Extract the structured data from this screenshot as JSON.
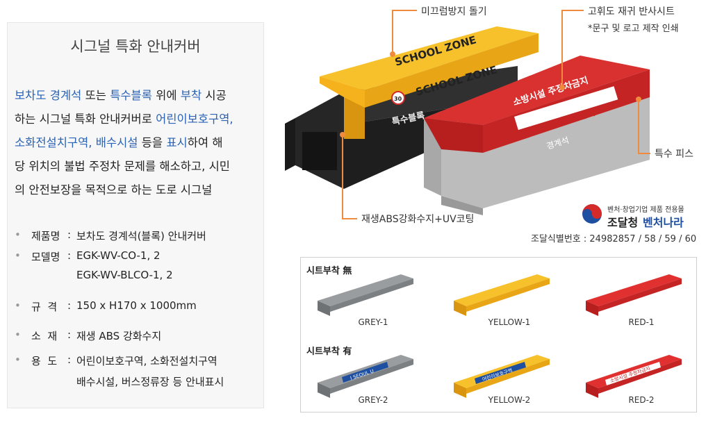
{
  "panel": {
    "title": "시그널 특화 안내커버",
    "desc": [
      [
        {
          "t": "보차도 경계석",
          "hl": true
        },
        {
          "t": " 또는 ",
          "hl": false
        },
        {
          "t": "특수블록",
          "hl": true
        },
        {
          "t": " 위에 ",
          "hl": false
        },
        {
          "t": "부착",
          "hl": true
        },
        {
          "t": " 시공",
          "hl": false
        }
      ],
      [
        {
          "t": "하는 시그널 특화 안내커버로 ",
          "hl": false
        },
        {
          "t": "어린이보호구역,",
          "hl": true
        }
      ],
      [
        {
          "t": "소화전설치구역, 배수시설",
          "hl": true
        },
        {
          "t": " 등을 ",
          "hl": false
        },
        {
          "t": "표시",
          "hl": true
        },
        {
          "t": "하여 해",
          "hl": false
        }
      ],
      [
        {
          "t": "당 위치의 불법 주정차 문제를 해소하고, 시민",
          "hl": false
        }
      ],
      [
        {
          "t": "의 안전보장을 목적으로 하는 도로 시그널",
          "hl": false
        }
      ]
    ],
    "specs": [
      {
        "key": "제품명",
        "val": "보차도 경계석(블록) 안내커버",
        "val2": ""
      },
      {
        "key": "모델명",
        "val": "EGK-WV-CO-1, 2",
        "val2": "EGK-WV-BLCO-1, 2"
      },
      {
        "key": "규  격",
        "val": "150 x H170 x 1000mm",
        "val2": ""
      },
      {
        "key": "소  재",
        "val": "재생 ABS 강화수지",
        "val2": ""
      },
      {
        "key": "용  도",
        "val": "어린이보호구역, 소화전설치구역",
        "val2": "배수시설, 버스정류장 등 안내표시"
      }
    ],
    "bullet": "•",
    "colon": ":"
  },
  "callouts": {
    "anti_slip": "미끄럼방지 돌기",
    "reflective": "고휘도 재귀 반사시트",
    "reflective_note": "*문구 및 로고 제작 인쇄",
    "special_screw": "특수 피스",
    "material": "재생ABS강화수지+UV코팅"
  },
  "product": {
    "yellow_text": "SCHOOL ZONE",
    "speed": "30",
    "block_label": "특수블록",
    "red_text": "소방시설 주정차금지",
    "curb_label": "경계석"
  },
  "cert": {
    "tagline": "벤처·창업기업 제품 전용몰",
    "brand_a": "조달청",
    "brand_b": "벤처나라",
    "id_line": "조달식별번호 : 24982857 / 58 / 59 / 60"
  },
  "samples": {
    "head_none": "시트부착 無",
    "head_with": "시트부착 有",
    "row1": [
      "GREY-1",
      "YELLOW-1",
      "RED-1"
    ],
    "row2": [
      "GREY-2",
      "YELLOW-2",
      "RED-2"
    ],
    "grey_sticker": "I SEOUL U",
    "yellow_sticker": "어린이보호구역",
    "red_sticker": "소방시설 주정차금지"
  },
  "colors": {
    "highlight": "#2a62b4",
    "accent_orange": "#f08a3c",
    "yellow": "#f5b21c",
    "red": "#d42a2a",
    "grey": "#8a8d90"
  }
}
